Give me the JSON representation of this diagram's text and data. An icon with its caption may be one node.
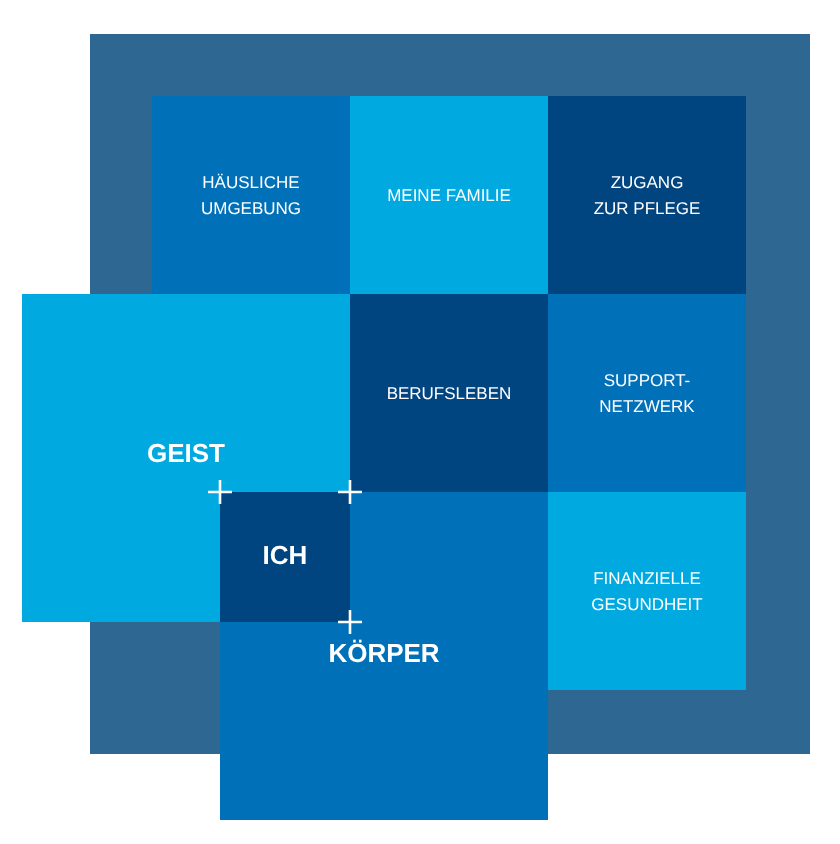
{
  "diagram": {
    "nodes": [
      {
        "text": [
          "HÄUSLICHE UMGEBUNG"
        ]
      },
      {
        "text": [
          "MEINE FAMILIE"
        ]
      },
      {
        "text": [
          "ZUGANG ZUR PFLEGE"
        ]
      },
      {
        "text": [
          "GEIST"
        ]
      },
      {
        "text": [
          "BERUFSLEBEN"
        ]
      },
      {
        "text": [
          "SUPPORT- NETZWERK"
        ]
      },
      {
        "text": [
          "ICH"
        ]
      },
      {
        "text": [
          "FINANZIELLE GESUNDHEIT"
        ]
      },
      {
        "text": [
          "KÖRPER"
        ]
      }
    ],
    "edges": []
  }
}
